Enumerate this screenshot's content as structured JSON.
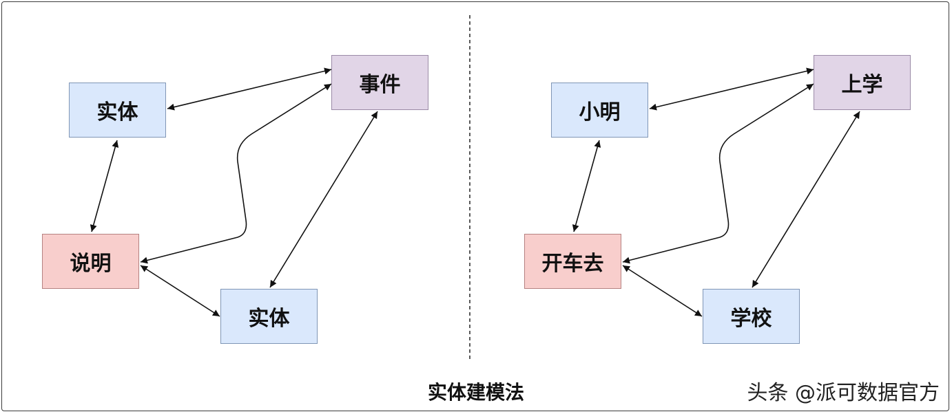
{
  "diagram": {
    "left": {
      "entity_top": "实体",
      "event": "事件",
      "description": "说明",
      "entity_bottom": "实体"
    },
    "right": {
      "entity_top": "小明",
      "event": "上学",
      "description": "开车去",
      "entity_bottom": "学校"
    },
    "caption": "实体建模法",
    "watermark": "头条 @派可数据官方",
    "colors": {
      "entity": "#dae8fc",
      "event": "#e1d5e7",
      "description": "#f8cecc",
      "edge": "#111111"
    }
  }
}
